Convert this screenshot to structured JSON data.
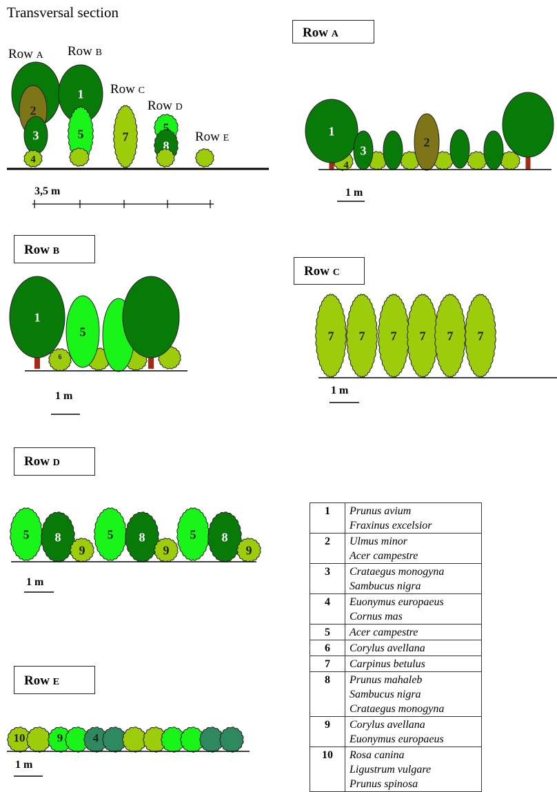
{
  "title": "Transversal section",
  "scale_label_transversal": "3,5 m",
  "scale_label": "1 m",
  "row_titles": {
    "a": [
      "Row",
      "A"
    ],
    "b": [
      "Row",
      "B"
    ],
    "c": [
      "Row",
      "C"
    ],
    "d": [
      "Row",
      "D"
    ],
    "e": [
      "Row",
      "E"
    ]
  },
  "colors": {
    "dark_green": "#087a08",
    "bright_green": "#19f519",
    "yellow_green": "#9ccc0a",
    "olive": "#7e7519",
    "teal_green": "#2e8a5e",
    "trunk": "#a52a14"
  },
  "legend": [
    {
      "num": "1",
      "species": [
        "Prunus avium",
        "Fraxinus excelsior"
      ]
    },
    {
      "num": "2",
      "species": [
        "Ulmus minor",
        "Acer campestre"
      ]
    },
    {
      "num": "3",
      "species": [
        "Crataegus monogyna",
        "Sambucus nigra"
      ]
    },
    {
      "num": "4",
      "species": [
        "Euonymus europaeus",
        "Cornus mas"
      ]
    },
    {
      "num": "5",
      "species": [
        "Acer campestre"
      ]
    },
    {
      "num": "6",
      "species": [
        "Corylus avellana"
      ]
    },
    {
      "num": "7",
      "species": [
        "Carpinus betulus"
      ]
    },
    {
      "num": "8",
      "species": [
        "Prunus mahaleb",
        "Sambucus nigra",
        "Crataegus monogyna"
      ]
    },
    {
      "num": "9",
      "species": [
        "Corylus avellana",
        "Euonymus europaeus"
      ]
    },
    {
      "num": "10",
      "species": [
        "Rosa canina",
        "Ligustrum vulgare",
        "Prunus spinosa"
      ]
    }
  ]
}
